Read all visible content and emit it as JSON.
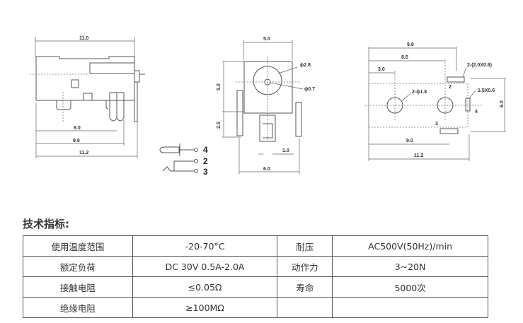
{
  "drawing": {
    "side_view": {
      "dims": [
        "11.0",
        "9.0",
        "9.8",
        "11.2"
      ]
    },
    "schematic": {
      "pins": [
        "4",
        "2",
        "3"
      ]
    },
    "front_view": {
      "dims": [
        "5.0",
        "5.0",
        "2.5",
        "1.0",
        "6.0"
      ],
      "diameters": [
        "ϕ2.8",
        "ϕ0.7"
      ]
    },
    "footprint": {
      "dims": [
        "9.8",
        "8.5",
        "3.0",
        "6.0",
        "9.0",
        "11.2"
      ],
      "notes": [
        "2-(2.0X0.6)",
        "2-ϕ1.8",
        "1.5X0.6"
      ],
      "pins": [
        "2",
        "4",
        "3"
      ]
    }
  },
  "specs": {
    "title": "技术指标:",
    "rows": [
      [
        "使用温度范围",
        "-20-70°C",
        "耐压",
        "AC500V(50Hz)/min"
      ],
      [
        "额定负荷",
        "DC 30V 0.5A-2.0A",
        "动作力",
        "3~20N"
      ],
      [
        "接触电阻",
        "≤0.05Ω",
        "寿命",
        "5000次"
      ],
      [
        "绝缘电阻",
        "≥100MΩ",
        "",
        ""
      ]
    ]
  }
}
